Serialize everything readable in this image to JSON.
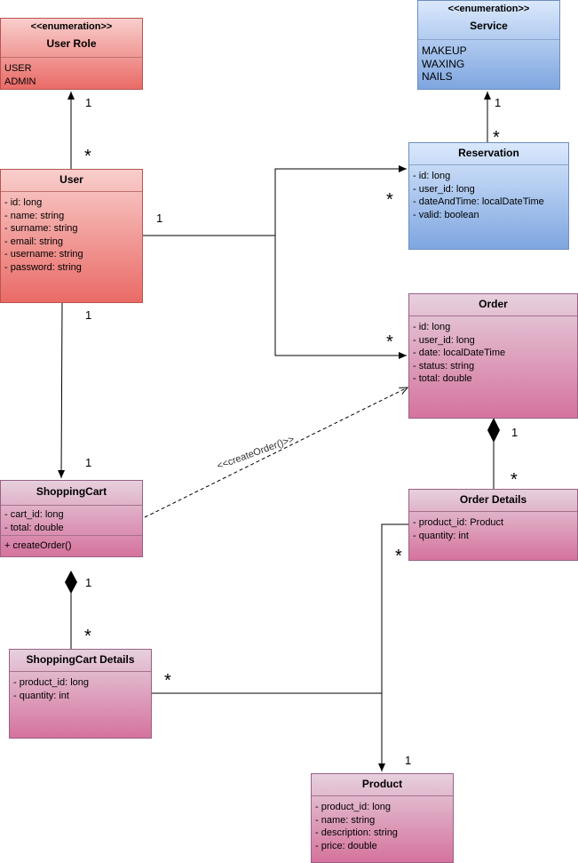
{
  "stereotype": "<<enumeration>>",
  "user_role": {
    "title": "User Role",
    "literals": [
      "USER",
      "ADMIN"
    ]
  },
  "service": {
    "title": "Service",
    "literals": [
      "MAKEUP",
      "WAXING",
      "NAILS"
    ]
  },
  "user": {
    "title": "User",
    "attributes": [
      "- id: long",
      "- name: string",
      "- surname: string",
      "- email: string",
      "- username: string",
      "- password: string"
    ]
  },
  "reservation": {
    "title": "Reservation",
    "attributes": [
      "- id: long",
      "- user_id: long",
      "- dateAndTime: localDateTime",
      "- valid: boolean"
    ]
  },
  "order": {
    "title": "Order",
    "attributes": [
      "- id: long",
      "- user_id: long",
      "- date: localDateTime",
      "- status: string",
      "- total: double"
    ]
  },
  "shopping_cart": {
    "title": "ShoppingCart",
    "attributes": [
      "- cart_id: long",
      "- total: double"
    ],
    "operations": [
      "+ createOrder()"
    ]
  },
  "order_details": {
    "title": "Order Details",
    "attributes": [
      "- product_id: Product",
      "- quantity: int"
    ]
  },
  "shopping_cart_details": {
    "title": "ShoppingCart Details",
    "attributes": [
      "- product_id: long",
      "- quantity: int"
    ]
  },
  "product": {
    "title": "Product",
    "attributes": [
      "- product_id: long",
      "- name: string",
      "- description: string",
      "- price: double"
    ]
  },
  "dependency_label": "<<createOrder()>>",
  "multiplicity": {
    "one": "1",
    "many": "*"
  }
}
